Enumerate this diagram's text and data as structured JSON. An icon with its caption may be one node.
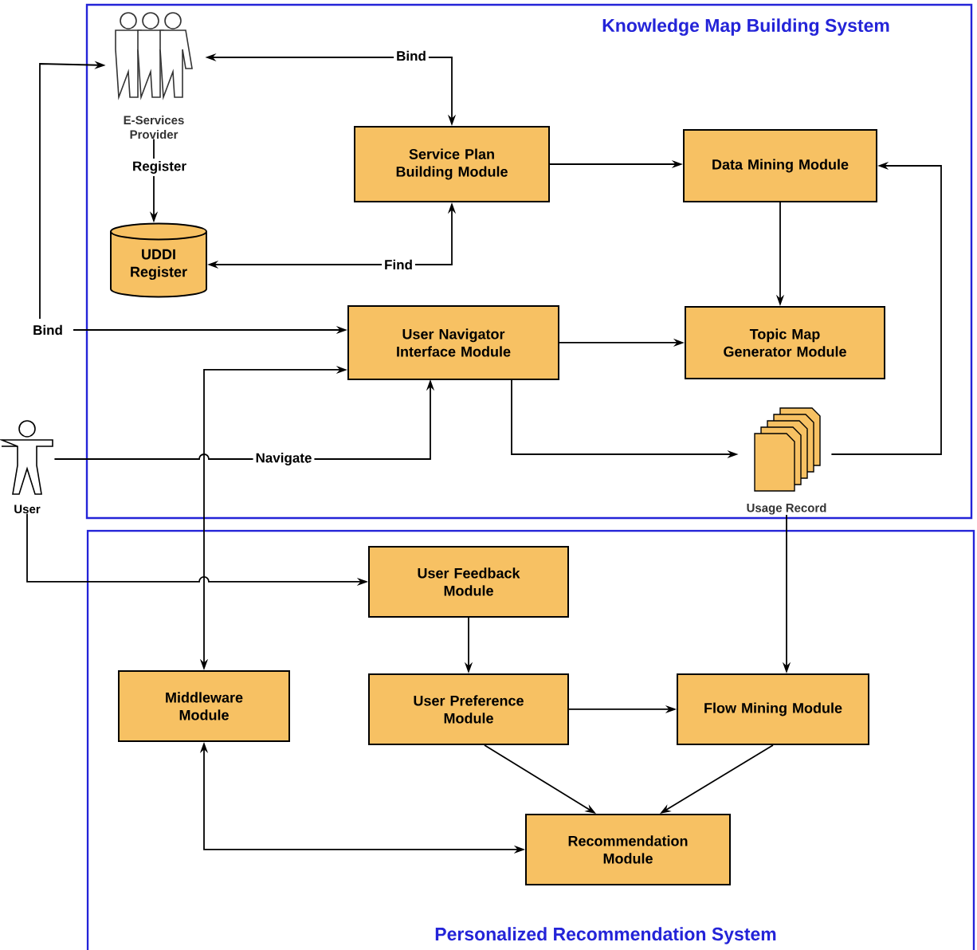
{
  "diagram": {
    "nodes": [
      {
        "text": [
          "Knowledge Map Building System"
        ]
      },
      {
        "text": [
          "Personalized Recommendation System"
        ]
      },
      {
        "text": [
          "E-Services Provider"
        ],
        "in": 0
      },
      {
        "text": [
          "UDDI Register"
        ],
        "in": 0
      },
      {
        "text": [
          "Service Plan Building Module"
        ],
        "in": 0
      },
      {
        "text": [
          "Data Mining Module"
        ],
        "in": 0
      },
      {
        "text": [
          "User Navigator Interface Module"
        ],
        "in": 0
      },
      {
        "text": [
          "Topic Map Generator Module"
        ],
        "in": 0
      },
      {
        "text": [
          "Usage Record"
        ],
        "in": 0
      },
      {
        "text": [
          "User"
        ]
      },
      {
        "text": [
          "User Feedback Module"
        ],
        "in": 1
      },
      {
        "text": [
          "Middleware Module"
        ],
        "in": 1
      },
      {
        "text": [
          "User Preference Module"
        ],
        "in": 1
      },
      {
        "text": [
          "Flow Mining Module"
        ],
        "in": 1
      },
      {
        "text": [
          "Recommendation Module"
        ],
        "in": 1
      }
    ],
    "edges": [
      {
        "from": 2,
        "to": 4,
        "arrow": "both",
        "label": "Bind"
      },
      {
        "from": 2,
        "to": 3,
        "arrow": "to",
        "label": "Register"
      },
      {
        "from": 3,
        "to": 4,
        "arrow": "both",
        "label": "Find"
      },
      {
        "from": 4,
        "to": 5,
        "arrow": "to"
      },
      {
        "from": 5,
        "to": 7,
        "arrow": "to"
      },
      {
        "from": 6,
        "to": 7,
        "arrow": "to"
      },
      {
        "from": 6,
        "to": 8,
        "arrow": "to"
      },
      {
        "from": 8,
        "to": 5,
        "arrow": "to"
      },
      {
        "from": 8,
        "to": 13,
        "arrow": "to"
      },
      {
        "from": 9,
        "to": 6,
        "arrow": "to",
        "label": "Navigate"
      },
      {
        "from": null,
        "to": 6,
        "arrow": "to",
        "label": "Bind"
      },
      {
        "from": null,
        "to": 2,
        "arrow": "to"
      },
      {
        "from": 9,
        "to": 10,
        "arrow": "to"
      },
      {
        "from": 11,
        "to": 6,
        "arrow": "both"
      },
      {
        "from": 10,
        "to": 12,
        "arrow": "to"
      },
      {
        "from": 12,
        "to": 13,
        "arrow": "to"
      },
      {
        "from": 12,
        "to": 14,
        "arrow": "to"
      },
      {
        "from": 13,
        "to": 14,
        "arrow": "to"
      },
      {
        "from": 11,
        "to": 14,
        "arrow": "both"
      }
    ]
  }
}
